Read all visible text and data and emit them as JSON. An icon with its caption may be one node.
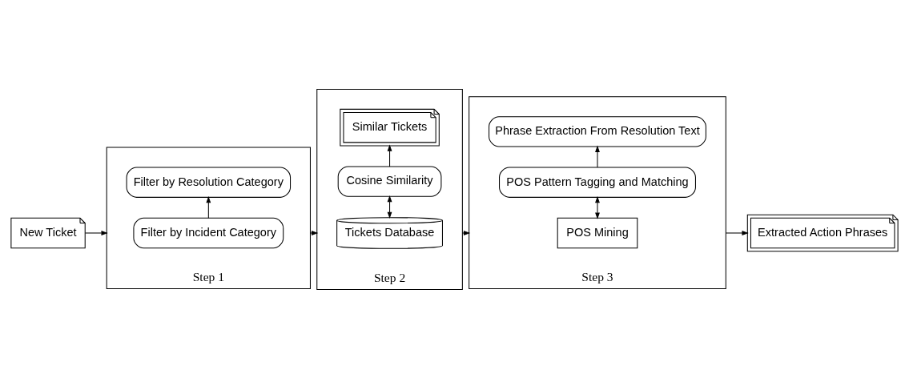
{
  "diagram": {
    "nodes": [
      {
        "text": [
          "New Ticket"
        ]
      },
      {
        "text": [
          "Step 1"
        ]
      },
      {
        "text": [
          "Filter by Incident Category"
        ],
        "in": 1
      },
      {
        "text": [
          "Filter by Resolution Category"
        ],
        "in": 1
      },
      {
        "text": [
          "Step 2"
        ]
      },
      {
        "text": [
          "Tickets Database"
        ],
        "in": 4
      },
      {
        "text": [
          "Cosine Similarity"
        ],
        "in": 4
      },
      {
        "text": [
          "Similar Tickets"
        ],
        "in": 4
      },
      {
        "text": [
          "Step 3"
        ]
      },
      {
        "text": [
          "POS Mining"
        ],
        "in": 8
      },
      {
        "text": [
          "POS Pattern Tagging and Matching"
        ],
        "in": 8
      },
      {
        "text": [
          "Phrase Extraction From Resolution Text"
        ],
        "in": 8
      },
      {
        "text": [
          "Extracted Action Phrases"
        ]
      }
    ],
    "edges": [
      {
        "from": 0,
        "to": 1,
        "arrow": "to"
      },
      {
        "from": 2,
        "to": 3,
        "arrow": "to"
      },
      {
        "from": 1,
        "to": 4,
        "arrow": "to"
      },
      {
        "from": 5,
        "to": 6,
        "arrow": "both"
      },
      {
        "from": 6,
        "to": 7,
        "arrow": "to"
      },
      {
        "from": 4,
        "to": 8,
        "arrow": "to"
      },
      {
        "from": 9,
        "to": 10,
        "arrow": "both"
      },
      {
        "from": 10,
        "to": 11,
        "arrow": "to"
      },
      {
        "from": 8,
        "to": 12,
        "arrow": "to"
      }
    ]
  }
}
